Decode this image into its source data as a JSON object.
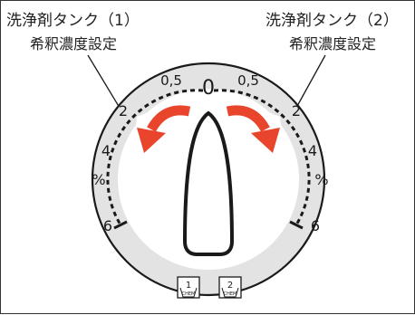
{
  "labels": {
    "left_title": "洗浄剤タンク（1）",
    "left_subtitle": "希釈濃度設定",
    "right_title": "洗浄剤タンク（2）",
    "right_subtitle": "希釈濃度設定"
  },
  "dial": {
    "center_mark": "0",
    "left_scale": [
      "0,5",
      "2",
      "4",
      "%",
      "6"
    ],
    "right_scale": [
      "0,5",
      "2",
      "4",
      "%",
      "6"
    ]
  },
  "icons": {
    "left_chem": {
      "number": "1",
      "text": "CHEM"
    },
    "right_chem": {
      "number": "2",
      "text": "CHEM"
    }
  },
  "colors": {
    "arrow": "#e8452c",
    "ring": "#e3e3e3",
    "line": "#1a1a1a"
  }
}
